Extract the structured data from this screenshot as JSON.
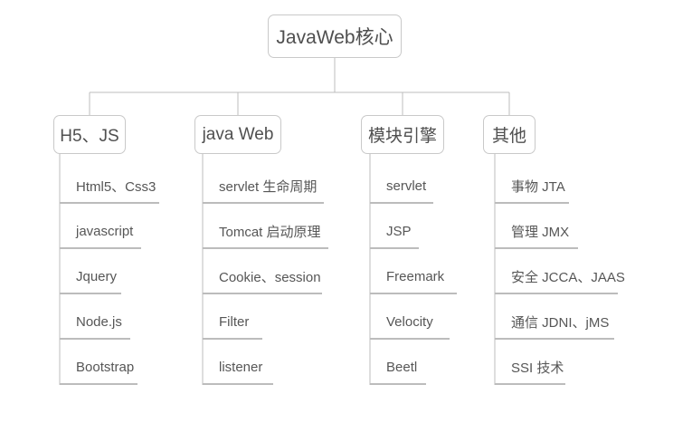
{
  "diagram": {
    "type": "mind-map",
    "root": {
      "label": "JavaWeb核心"
    },
    "branches": [
      {
        "label": "H5、JS",
        "children": [
          {
            "label": "Html5、Css3"
          },
          {
            "label": "javascript"
          },
          {
            "label": "Jquery"
          },
          {
            "label": "Node.js"
          },
          {
            "label": "Bootstrap"
          }
        ]
      },
      {
        "label": "java Web",
        "children": [
          {
            "label": "servlet  生命周期"
          },
          {
            "label": "Tomcat  启动原理"
          },
          {
            "label": "Cookie、session"
          },
          {
            "label": "Filter"
          },
          {
            "label": "listener"
          }
        ]
      },
      {
        "label": "模块引擎",
        "children": [
          {
            "label": "servlet"
          },
          {
            "label": "JSP"
          },
          {
            "label": "Freemark"
          },
          {
            "label": "Velocity"
          },
          {
            "label": "Beetl"
          }
        ]
      },
      {
        "label": "其他",
        "children": [
          {
            "label": "事物  JTA"
          },
          {
            "label": "管理  JMX"
          },
          {
            "label": "安全  JCCA、JAAS"
          },
          {
            "label": "通信  JDNI、jMS"
          },
          {
            "label": "SSI  技术"
          }
        ]
      }
    ],
    "colors": {
      "background": "#ffffff",
      "box_border": "#c9c9c9",
      "connector": "#bcbcbc",
      "underline": "#bcbcbc",
      "text": "#4f4f4f"
    }
  }
}
